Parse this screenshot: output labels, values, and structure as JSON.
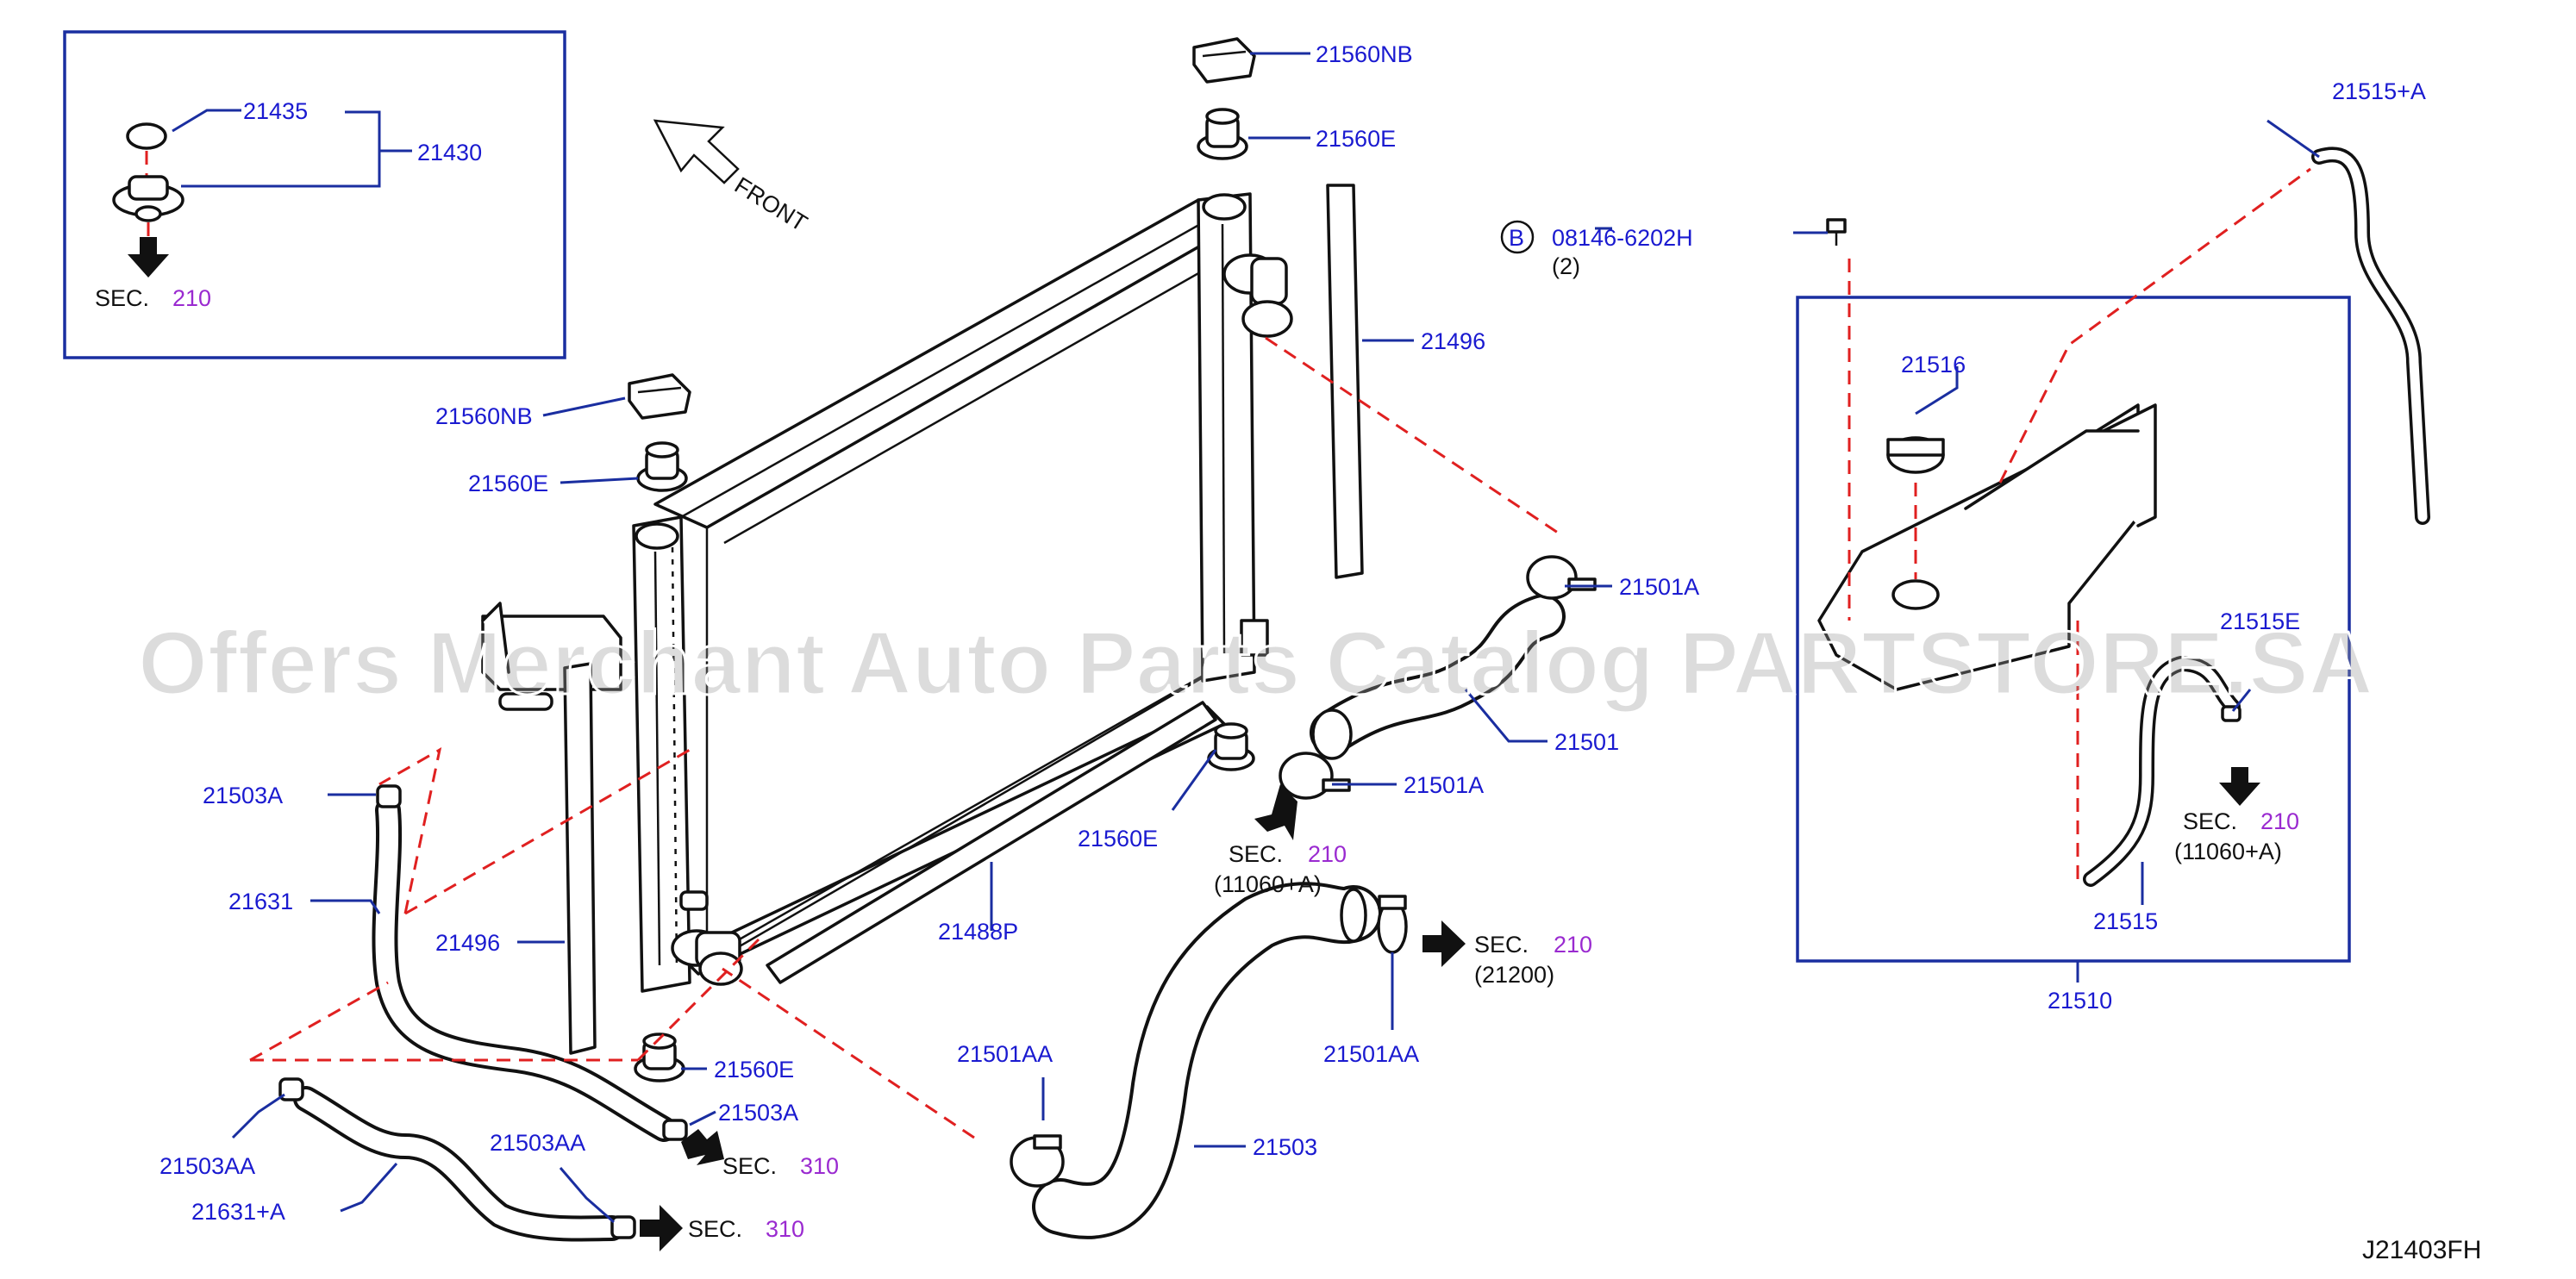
{
  "watermark": "Offers Merchant Auto Parts Catalog PARTSTORE.SA",
  "front_label": "FRONT",
  "diagram_code": "J21403FH",
  "bolt_symbol": "B",
  "bolt_qty": "(2)",
  "sec_word": "SEC.",
  "labels": {
    "p21435": "21435",
    "p21430": "21430",
    "p21560NB_top": "21560NB",
    "p21560E_top": "21560E",
    "p21560NB_left": "21560NB",
    "p21560E_left": "21560E",
    "p21496_right": "21496",
    "p08146": "08146-6202H",
    "p21515A": "21515+A",
    "p21516": "21516",
    "p21515E": "21515E",
    "p21515": "21515",
    "p21510": "21510",
    "p21501A_top": "21501A",
    "p21501": "21501",
    "p21501A_bot": "21501A",
    "p21560E_mid": "21560E",
    "p21488P": "21488P",
    "p21503A_top": "21503A",
    "p21631": "21631",
    "p21496_left": "21496",
    "p21560E_bot": "21560E",
    "p21503A_bot": "21503A",
    "p21503AA_left": "21503AA",
    "p21503AA_mid": "21503AA",
    "p21631A": "21631+A",
    "p21501AA_left": "21501AA",
    "p21501AA_right": "21501AA",
    "p21503": "21503"
  },
  "sec_refs": {
    "inset": "210",
    "hose_lower": "210",
    "hose_lower_sub": "(11060+A)",
    "right": "210",
    "right_sub": "(21200)",
    "tank": "210",
    "tank_sub": "(11060+A)",
    "oil_top": "310",
    "oil_bot": "310"
  },
  "colors": {
    "label_blue": "#1a1ad0",
    "sec_purple": "#9a2ad0",
    "leader_navy": "#1a2ea0",
    "ref_red": "#e02020"
  }
}
